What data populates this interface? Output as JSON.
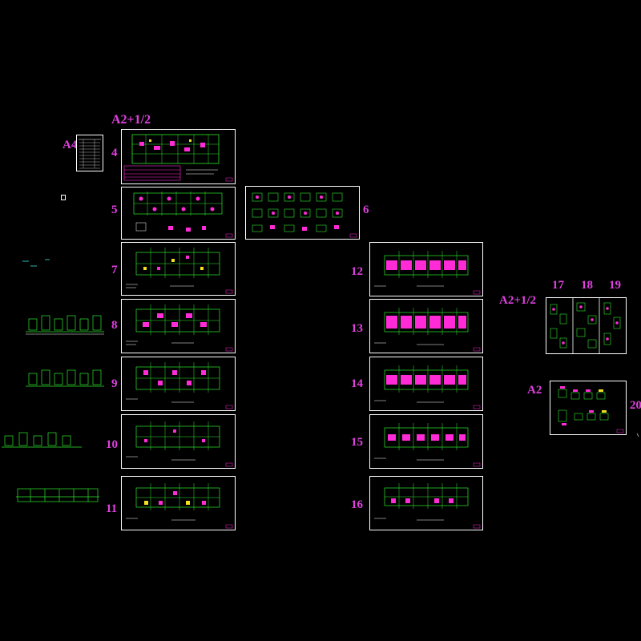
{
  "labels": {
    "a4": "A4",
    "a2_half_top": "A2+1/2",
    "a2_half_right": "A2+1/2",
    "a2": "A2",
    "s4": "4",
    "s5": "5",
    "s6": "6",
    "s7": "7",
    "s8": "8",
    "s9": "9",
    "s10": "10",
    "s11": "11",
    "s12": "12",
    "s13": "13",
    "s14": "14",
    "s15": "15",
    "s16": "16",
    "s17": "17",
    "s18": "18",
    "s19": "19",
    "s20": "20"
  },
  "colors": {
    "background": "#000000",
    "label": "#e040e0",
    "frame": "#ffffff",
    "linework_green": "#2ee82e",
    "linework_magenta": "#ff2bd6",
    "linework_cyan": "#36e0e0",
    "linework_yellow": "#f0e020",
    "linework_red": "#ff3030"
  }
}
